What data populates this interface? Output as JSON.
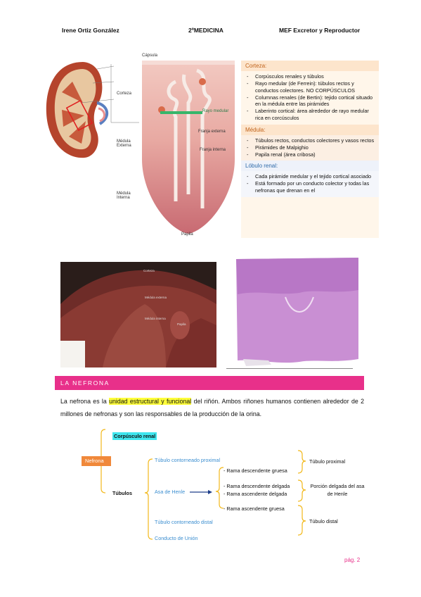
{
  "header": {
    "author": "Irene Ortiz González",
    "course": "2ºMEDICINA",
    "subject": "MEF Excretor y Reproductor"
  },
  "kidney_figure": {
    "labels": [
      "Corteza",
      "Médula Externa",
      "Médula Interna"
    ]
  },
  "nephron_figure": {
    "labels": {
      "capsula": "Cápsula",
      "rayo": "Rayo medular",
      "franja_externa": "Franja externa",
      "franja_interna": "Franja interna",
      "papila": "Papila"
    }
  },
  "info_panel": {
    "sections": [
      {
        "title": "Corteza:",
        "items": [
          "Corpúsculos renales y túbulos",
          "Rayo medular (de Ferrein): túbulos rectos y conductos colectores. NO CORPÚSCULOS",
          "Columnas renales (de Bertin): tejido cortical situado en la médula entre las pirámides",
          "Laberinto cortical: área alrededor de rayo medular rica en corcúsculos"
        ]
      },
      {
        "title": "Médula:",
        "items": [
          "Túbulos rectos, conductos colectores y vasos rectos",
          "Pirámides de Malpighio",
          "Papila renal (área cribosa)"
        ]
      },
      {
        "title": "Lóbulo renal:",
        "items": [
          "Cada pirámide medular y el tejido cortical asociado",
          "Está formado por un conducto colector y todas las nefronas que drenan en el"
        ]
      }
    ]
  },
  "gross_photo": {
    "labels": [
      "Corteza",
      "Médula externa",
      "Médula interna",
      "Papila"
    ]
  },
  "section": {
    "title": "LA NEFRONA"
  },
  "intro": {
    "part1": "La nefrona es la ",
    "highlight": "unidad estructural y funcional",
    "part2": " del riñón. Ambos riñones humanos contienen alrededor de 2 millones de nefronas y son las responsables de la producción de la orina."
  },
  "tree": {
    "root": "Nefrona",
    "corpuscle": "Corpúsculo renal",
    "tubules": "Túbulos",
    "tcp": "Túbulo contorneado proximal",
    "asa": "Asa de Henle",
    "tcd": "Túbulo contorneado distal",
    "conducto": "Conducto de Unión",
    "ramas": [
      "- Rama descendente gruesa",
      "- Rama descendente delgada",
      "- Rama ascendente delgada",
      "- Rama ascendente gruesa"
    ],
    "right": {
      "proximal": "Túbulo proximal",
      "delgada": "Porción delgada del asa de Henle",
      "distal": "Túbulo distal"
    }
  },
  "footer": {
    "page": "pág. 2"
  },
  "colors": {
    "accent_pink": "#e8308a",
    "orange": "#f0883a",
    "highlight_yellow": "#ffff3a",
    "cyan": "#3fe6ee",
    "blue_text": "#3b8ed0"
  }
}
